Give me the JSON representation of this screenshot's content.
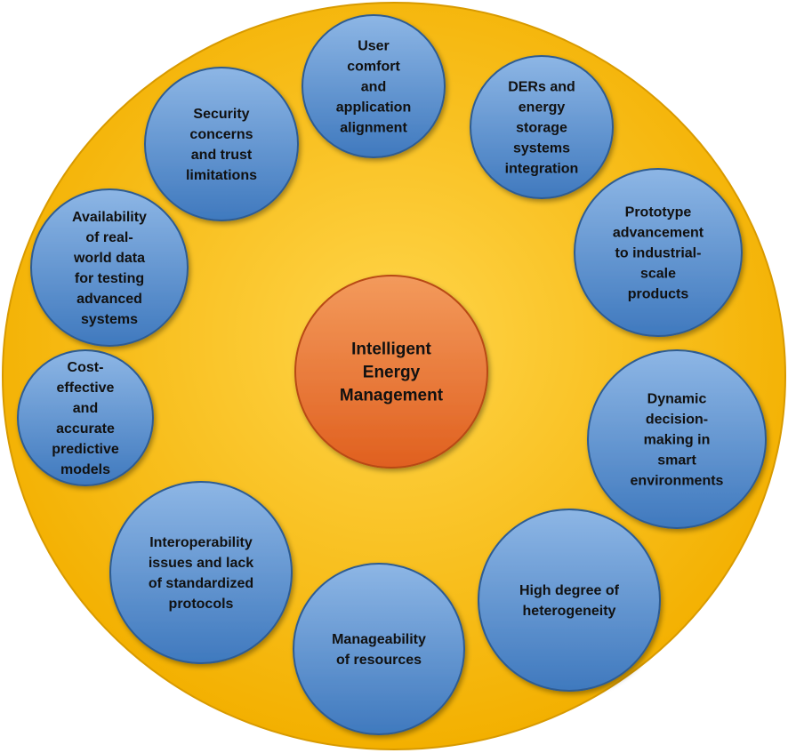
{
  "diagram": {
    "center": {
      "lines": [
        "Intelligent",
        "Energy",
        "Management"
      ]
    },
    "nodes": [
      {
        "id": "user-comfort",
        "lines": [
          "User",
          "comfort",
          "and",
          "application",
          "alignment"
        ]
      },
      {
        "id": "ders-energy-storage",
        "lines": [
          "DERs and",
          "energy",
          "storage",
          "systems",
          "integration"
        ]
      },
      {
        "id": "prototype-advancement",
        "lines": [
          "Prototype",
          "advancement",
          "to industrial-",
          "scale",
          "products"
        ]
      },
      {
        "id": "dynamic-decision-making",
        "lines": [
          "Dynamic",
          "decision-",
          "making in",
          "smart",
          "environments"
        ]
      },
      {
        "id": "heterogeneity",
        "lines": [
          "High degree of",
          "heterogeneity"
        ]
      },
      {
        "id": "manageability",
        "lines": [
          "Manageability",
          "of resources"
        ]
      },
      {
        "id": "interoperability",
        "lines": [
          "Interoperability",
          "issues and lack",
          "of standardized",
          "protocols"
        ]
      },
      {
        "id": "predictive-models",
        "lines": [
          "Cost-",
          "effective",
          "and",
          "accurate",
          "predictive",
          "models"
        ]
      },
      {
        "id": "real-world-data",
        "lines": [
          "Availability",
          "of real-",
          "world data",
          "for testing",
          "advanced",
          "systems"
        ]
      },
      {
        "id": "security-trust",
        "lines": [
          "Security",
          "concerns",
          "and trust",
          "limitations"
        ]
      }
    ]
  },
  "colors": {
    "ring_outer": "#F3B000",
    "ring_inner": "#FFD54A",
    "node_light": "#8DB6E5",
    "node_dark": "#3F79BE",
    "node_stroke": "#2E5C92",
    "center_light": "#F39A5C",
    "center_dark": "#E0601F",
    "center_stroke": "#B84A12"
  }
}
